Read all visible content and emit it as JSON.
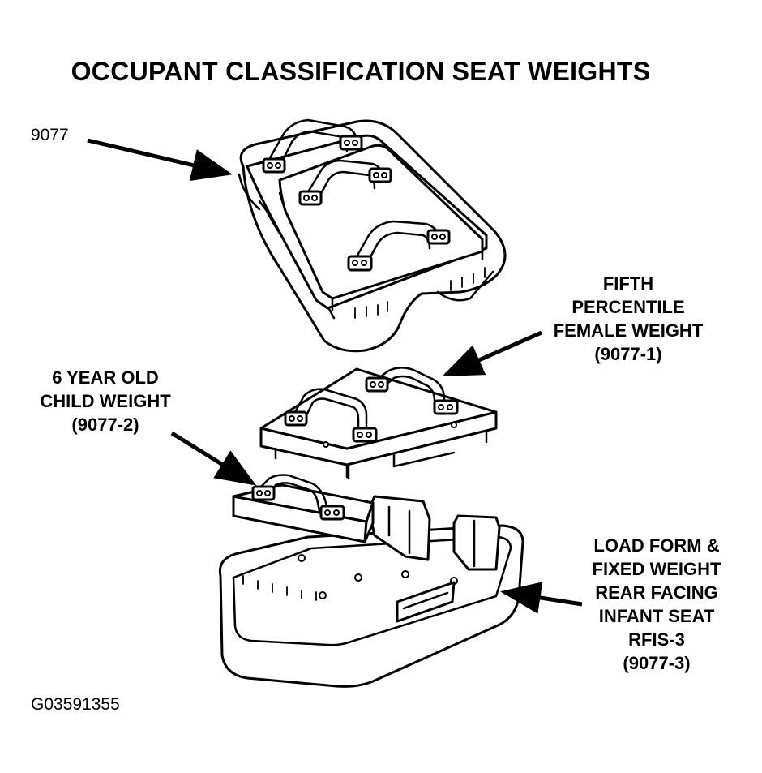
{
  "title": "OCCUPANT CLASSIFICATION SEAT WEIGHTS",
  "figure_id": "G03591355",
  "labels": {
    "set_number": "9077",
    "fifth_percentile": [
      "FIFTH",
      "PERCENTILE",
      "FEMALE WEIGHT",
      "(9077-1)"
    ],
    "child_weight": [
      "6 YEAR OLD",
      "CHILD WEIGHT",
      "(9077-2)"
    ],
    "load_form": [
      "LOAD FORM &",
      "FIXED WEIGHT",
      "REAR FACING",
      "INFANT SEAT",
      "RFIS-3",
      "(9077-3)"
    ]
  }
}
